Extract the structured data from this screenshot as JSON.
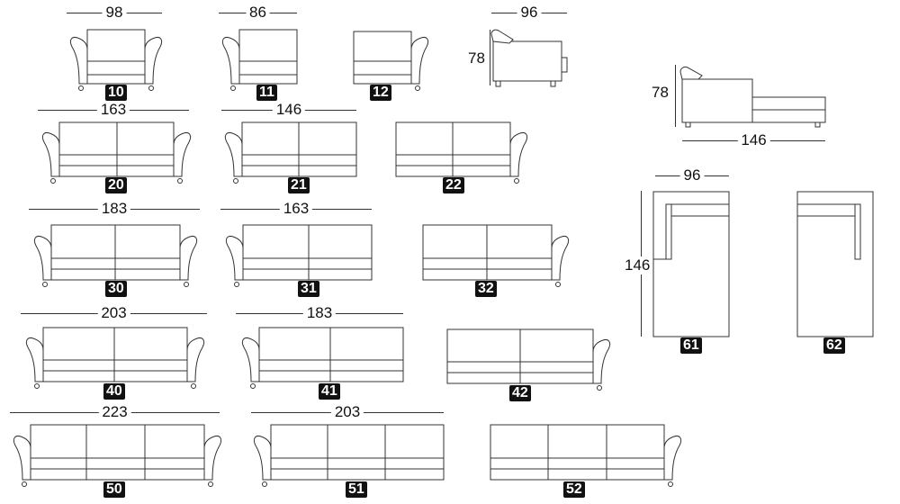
{
  "modules": [
    {
      "code": "10",
      "width": "98"
    },
    {
      "code": "11",
      "width": "86"
    },
    {
      "code": "12",
      "width": ""
    },
    {
      "code": "20",
      "width": "163"
    },
    {
      "code": "21",
      "width": "146"
    },
    {
      "code": "22",
      "width": ""
    },
    {
      "code": "30",
      "width": "183"
    },
    {
      "code": "31",
      "width": "163"
    },
    {
      "code": "32",
      "width": ""
    },
    {
      "code": "40",
      "width": "203"
    },
    {
      "code": "41",
      "width": "183"
    },
    {
      "code": "42",
      "width": ""
    },
    {
      "code": "50",
      "width": "223"
    },
    {
      "code": "51",
      "width": "203"
    },
    {
      "code": "52",
      "width": ""
    },
    {
      "code": "61",
      "width": "96",
      "length": "146"
    },
    {
      "code": "62",
      "width": "",
      "length": ""
    }
  ],
  "side_view": {
    "depth": "96",
    "height": "78"
  },
  "chaise_side_view": {
    "height": "78",
    "length": "146"
  }
}
